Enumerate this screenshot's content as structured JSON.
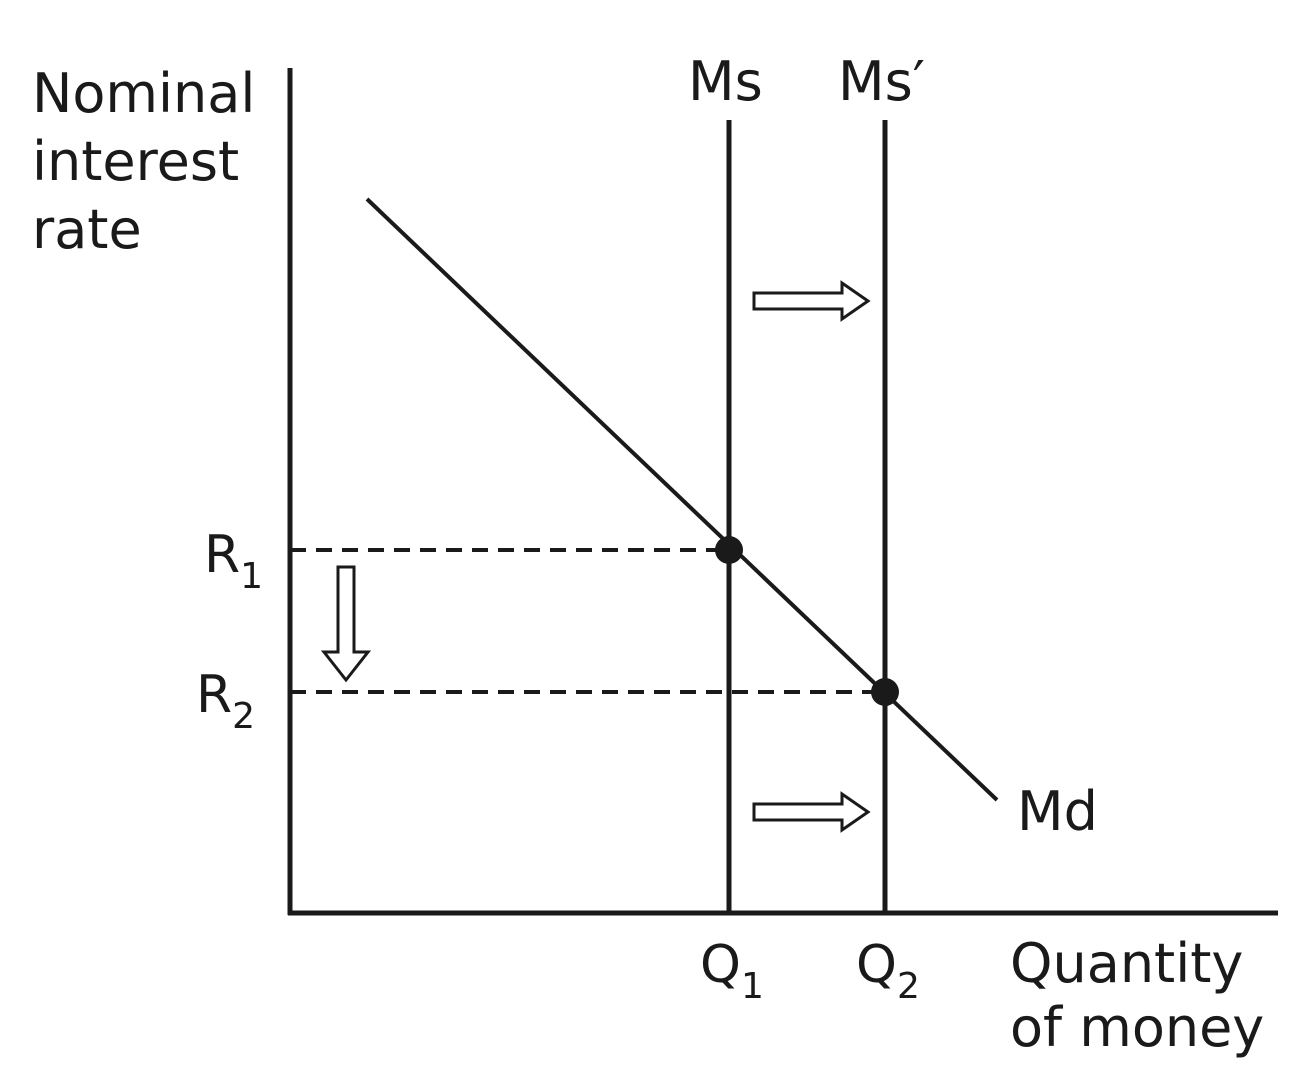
{
  "diagram": {
    "y_axis_label": [
      "Nominal",
      "interest",
      "rate"
    ],
    "x_axis_label": [
      "Quantity",
      "of money"
    ],
    "curves": {
      "supply_initial": "Ms",
      "supply_shifted": "Ms′",
      "demand": "Md"
    },
    "y_ticks": [
      {
        "main": "R",
        "sub": "1"
      },
      {
        "main": "R",
        "sub": "2"
      }
    ],
    "x_ticks": [
      {
        "main": "Q",
        "sub": "1"
      },
      {
        "main": "Q",
        "sub": "2"
      }
    ],
    "colors": {
      "ink": "#1a1a1a",
      "background": "#ffffff"
    }
  }
}
